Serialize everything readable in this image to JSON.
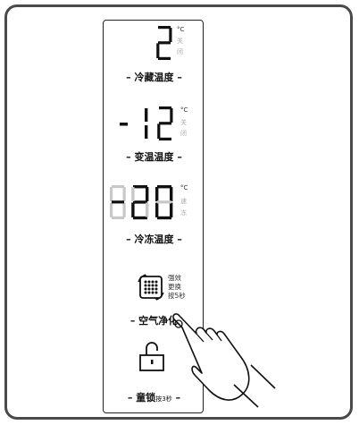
{
  "fridge": {
    "temp_value": "2",
    "unit": "°C",
    "off_lines": [
      "关",
      "闭"
    ],
    "label": "冷藏温度"
  },
  "variable": {
    "temp_value": "-12",
    "unit": "°C",
    "off_lines": [
      "关",
      "闭"
    ],
    "label": "变温温度"
  },
  "freezer": {
    "temp_value": "-20",
    "unit": "°C",
    "quick_lines": [
      "速",
      "冻"
    ],
    "label": "冷冻温度"
  },
  "air": {
    "hint_lines": [
      "强效",
      "更换",
      "按5秒"
    ],
    "label": "空气净化"
  },
  "lock": {
    "label": "童锁",
    "hint": "按3秒"
  },
  "colors": {
    "segment_on": "#111111",
    "segment_off": "#c8c8c8",
    "border": "#4a4a4a"
  },
  "icons": [
    "snowflake-filter-icon",
    "padlock-icon",
    "hand-pointer-icon"
  ]
}
